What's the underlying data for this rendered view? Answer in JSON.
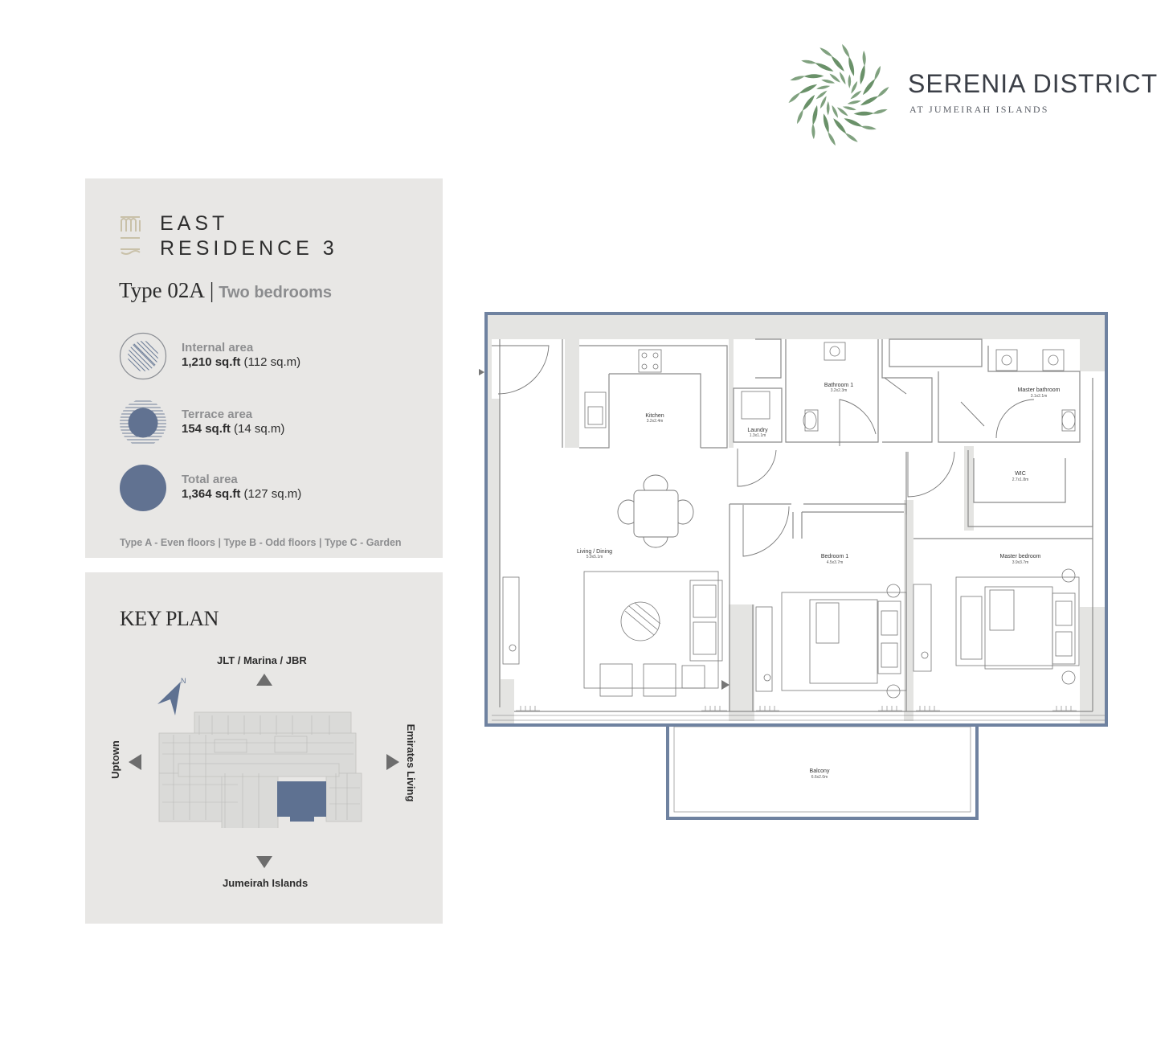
{
  "brand": {
    "title": "SERENIA DISTRICT",
    "subtitle": "AT JUMEIRAH ISLANDS",
    "logo_color": "#6a9169"
  },
  "building": {
    "line1": "EAST",
    "line2": "RESIDENCE 3"
  },
  "unit": {
    "type": "Type 02A",
    "separator": "|",
    "bedrooms": "Two bedrooms"
  },
  "areas": {
    "internal": {
      "label": "Internal area",
      "sqft": "1,210 sq.ft",
      "sqm": "(112 sq.m)"
    },
    "terrace": {
      "label": "Terrace area",
      "sqft": "154 sq.ft",
      "sqm": "(14 sq.m)"
    },
    "total": {
      "label": "Total area",
      "sqft": "1,364 sq.ft",
      "sqm": "(127 sq.m)"
    }
  },
  "type_note": "Type A - Even floors | Type B - Odd floors | Type C - Garden",
  "key_plan": {
    "title": "KEY PLAN",
    "north": "JLT / Marina / JBR",
    "south": "Jumeirah Islands",
    "west": "Uptown",
    "east": "Emirates Living",
    "compass": "N",
    "highlight_color": "#5e7191"
  },
  "rooms": {
    "kitchen": {
      "name": "Kitchen",
      "dim": "3.2x2.4m"
    },
    "laundry": {
      "name": "Laundry",
      "dim": "1.3x1.1m"
    },
    "bathroom1": {
      "name": "Bathroom 1",
      "dim": "3.2x2.3m"
    },
    "master_bath": {
      "name": "Master bathroom",
      "dim": "3.1x2.1m"
    },
    "wic": {
      "name": "WIC",
      "dim": "2.7x1.8m"
    },
    "living": {
      "name": "Living / Dining",
      "dim": "5.9x5.1m"
    },
    "bedroom1": {
      "name": "Bedroom 1",
      "dim": "4.5x3.7m"
    },
    "master_bed": {
      "name": "Master bedroom",
      "dim": "3.9x3.7m"
    },
    "balcony": {
      "name": "Balcony",
      "dim": "6.6x2.0m"
    }
  },
  "colors": {
    "accent_blue": "#5e7191",
    "wall_blue": "#6f82a0",
    "panel_bg": "#e8e7e5",
    "text_grey": "#8d8e90"
  }
}
